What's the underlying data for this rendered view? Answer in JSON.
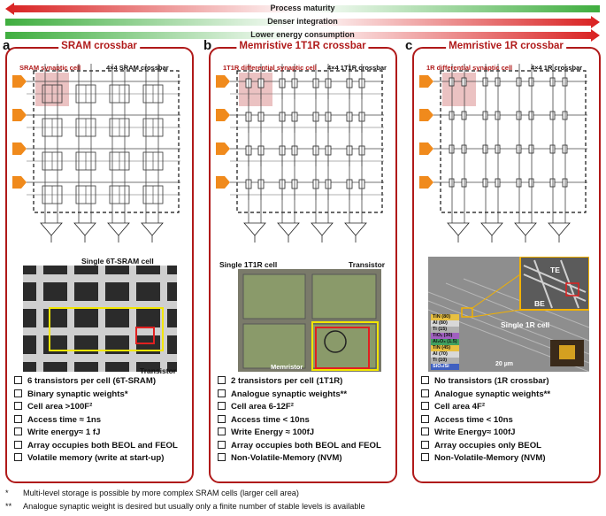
{
  "arrows": {
    "process": "Process maturity",
    "density": "Denser integration",
    "energy": "Lower energy consumption"
  },
  "panels": [
    {
      "letter": "a",
      "title": "SRAM crossbar",
      "cell_label": "SRAM synaptic cell",
      "crossbar_label": "4×4 SRAM crossbar",
      "image_label": "Single 6T-SRAM cell",
      "image_sub": "Transistor",
      "bullets": [
        "6 transistors per cell (6T-SRAM)",
        "Binary synaptic weights*",
        "Cell area >100F²",
        "Access time ≈ 1ns",
        "Write energy≈ 1 fJ",
        "Array occupies both BEOL and FEOL",
        "Volatile memory (write at start-up)"
      ]
    },
    {
      "letter": "b",
      "title": "Memristive 1T1R crossbar",
      "cell_label": "1T1R differential  synaptic cell",
      "crossbar_label": "4×4 1T1R crossbar",
      "image_label": "Single 1T1R cell",
      "image_sub": "Transistor",
      "image_sub2": "Memristor",
      "bullets": [
        "2 transistors per cell (1T1R)",
        "Analogue synaptic weights**",
        "Cell area 6-12F²",
        "Access time < 10ns",
        "Write Energy ≈ 100fJ",
        "Array occupies both BEOL and FEOL",
        "Non-Volatile-Memory (NVM)"
      ]
    },
    {
      "letter": "c",
      "title": "Memristive 1R crossbar",
      "cell_label": "1R differential  synaptic cell",
      "crossbar_label": "4×4 1R crossbar",
      "image_label": "Single 1R cell",
      "te": "TE",
      "be": "BE",
      "scale": "20 µm",
      "stack": [
        "TiN (80)",
        "Al (80)",
        "Ti (15)",
        "TiOₓ (30)",
        "Al₂O₃ (1.5)",
        "TiN (45)",
        "Al (70)",
        "Ti (10)",
        "SiO₂/Si"
      ],
      "bullets": [
        "No transistors (1R crossbar)",
        "Analogue synaptic weights**",
        "Cell area 4F²",
        "Access time < 10ns",
        "Write Energy≈ 100fJ",
        "Array occupies only BEOL",
        "Non-Volatile-Memory (NVM)"
      ]
    }
  ],
  "footnotes": [
    {
      "mark": "*",
      "text": "Multi-level storage is possible by more complex SRAM cells (larger cell area)"
    },
    {
      "mark": "**",
      "text": "Analogue synaptic weight is desired but usually only a finite number of stable levels is available"
    }
  ],
  "colors": {
    "accent": "#b01a1a",
    "input_arrow": "#f08a1c",
    "highlight_cell": "#e6b3b3",
    "select_box": "#f2e600"
  }
}
